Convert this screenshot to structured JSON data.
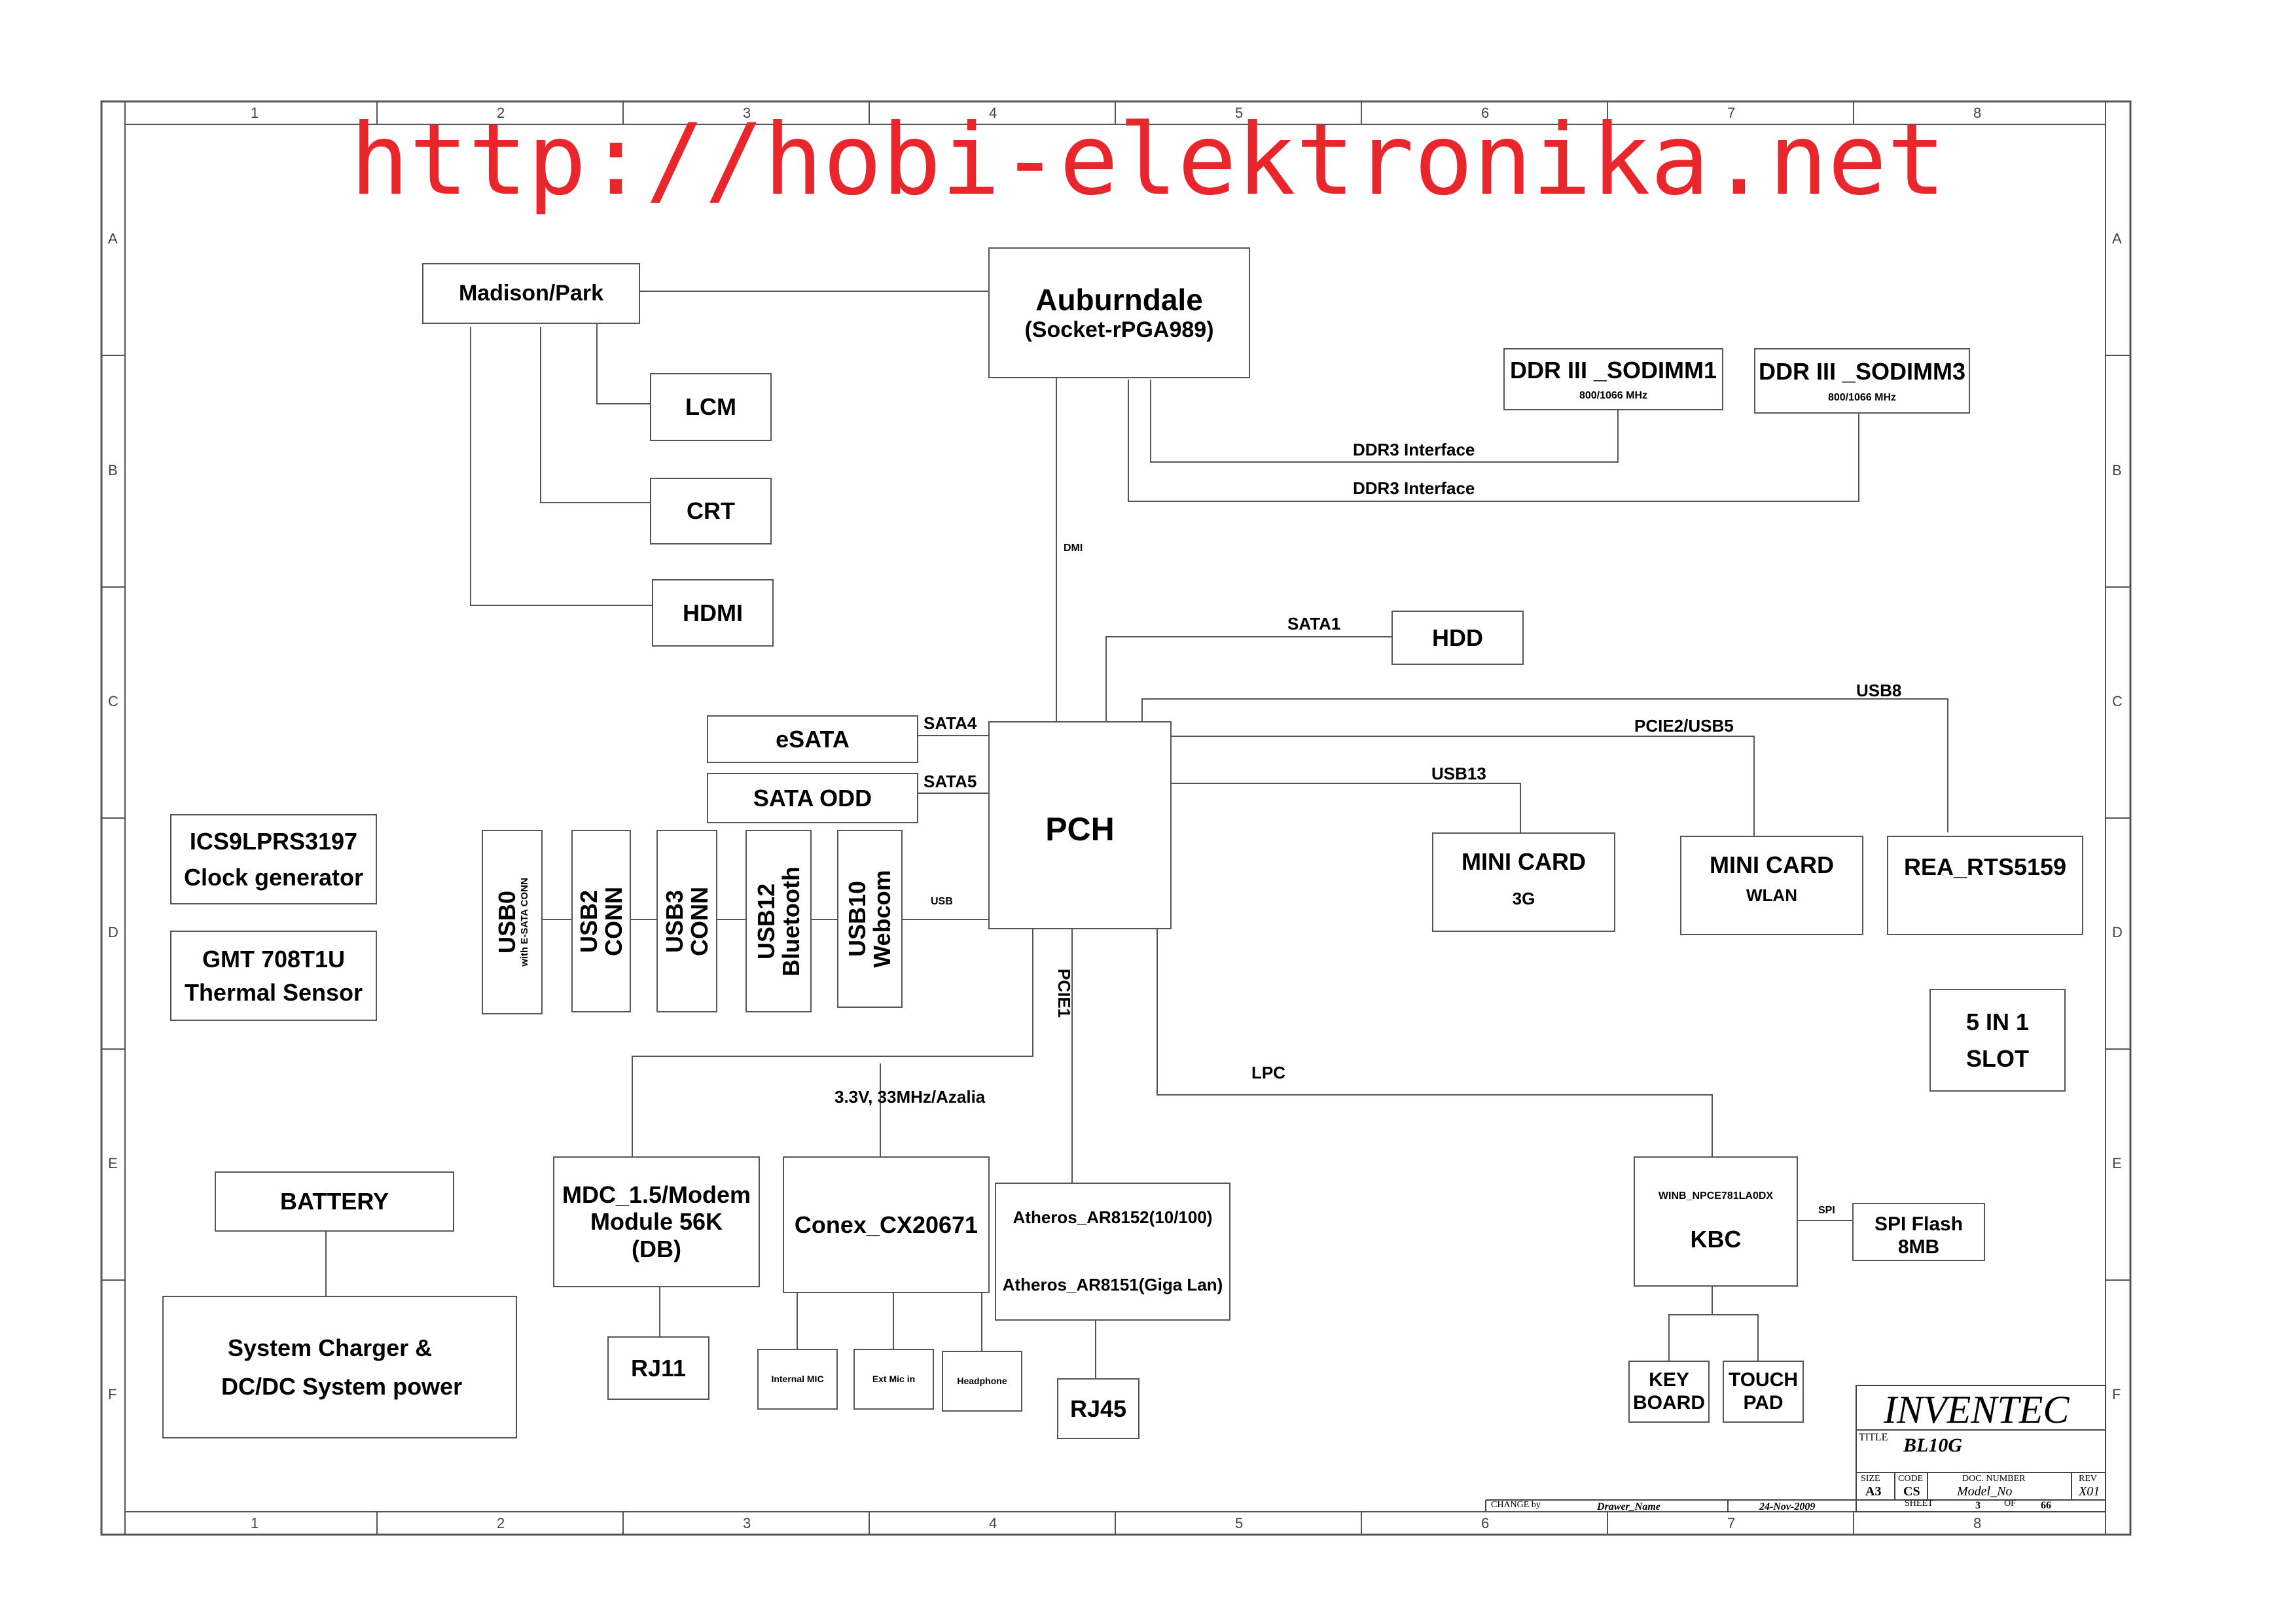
{
  "watermark": "http://hobi-elektronika.net",
  "grid": {
    "columns": [
      "1",
      "2",
      "3",
      "4",
      "5",
      "6",
      "7",
      "8"
    ],
    "rows": [
      "A",
      "B",
      "C",
      "D",
      "E",
      "F"
    ]
  },
  "blocks": {
    "cpu": {
      "name": "Auburndale",
      "socket": "(Socket-rPGA989)"
    },
    "gpu": "Madison/Park",
    "lcm": "LCM",
    "crt": "CRT",
    "hdmi": "HDMI",
    "ddr1": {
      "name": "DDR III _SODIMM1",
      "speed": "800/1066 MHz"
    },
    "ddr3": {
      "name": "DDR III _SODIMM3",
      "speed": "800/1066 MHz"
    },
    "pch": "PCH",
    "hdd": "HDD",
    "esata": "eSATA",
    "sata_odd": "SATA ODD",
    "minicard_3g": {
      "name": "MINI CARD",
      "sub": "3G"
    },
    "minicard_wlan": {
      "name": "MINI CARD",
      "sub": "WLAN"
    },
    "rea": "REA_RTS5159",
    "slot": {
      "line1": "5 IN 1",
      "line2": "SLOT"
    },
    "clock": {
      "line1": "ICS9LPRS3197",
      "line2": "Clock generator"
    },
    "thermal": {
      "line1": "GMT 708T1U",
      "line2": "Thermal  Sensor"
    },
    "usb_ports": [
      {
        "main": "USB0",
        "sub": "with E-SATA  CONN"
      },
      {
        "main": "USB2",
        "sub2": "CONN"
      },
      {
        "main": "USB3",
        "sub2": "CONN"
      },
      {
        "main": "USB12",
        "sub2": "Bluetooth"
      },
      {
        "main": "USB10",
        "sub2": "Webcom"
      }
    ],
    "battery": "BATTERY",
    "charger": {
      "line1": "System Charger &",
      "line2": "DC/DC System power"
    },
    "mdc": {
      "line1": "MDC_1.5/Modem",
      "line2": "Module 56K",
      "line3": "(DB)"
    },
    "rj11": "RJ11",
    "codec": "Conex_CX20671",
    "internal_mic": "Internal MIC",
    "ext_mic": "Ext Mic in",
    "headphone": "Headphone",
    "lan": {
      "line1": "Atheros_AR8152(10/100)",
      "line2": "Atheros_AR8151(Giga Lan)"
    },
    "rj45": "RJ45",
    "kbc": {
      "chip": "WINB_NPCE781LA0DX",
      "name": "KBC"
    },
    "spi_flash": "SPI Flash 8MB",
    "keyboard": {
      "line1": "KEY",
      "line2": "BOARD"
    },
    "touchpad": {
      "line1": "TOUCH",
      "line2": "PAD"
    }
  },
  "buses": {
    "ddr1": "DDR3 Interface",
    "ddr3": "DDR3 Interface",
    "dmi": "DMI",
    "sata1": "SATA1",
    "usb8": "USB8",
    "pcie2": "PCIE2/USB5",
    "usb13": "USB13",
    "sata4": "SATA4",
    "sata5": "SATA5",
    "usb": "USB",
    "pcie1": "PCIE1",
    "azalia": "3.3V, 33MHz/Azalia",
    "lpc": "LPC",
    "spi": "SPI"
  },
  "title_block": {
    "company": "INVENTEC",
    "title_label": "TITLE",
    "title": "BL10G",
    "size_label": "SIZE",
    "size": "A3",
    "code_label": "CODE",
    "code": "CS",
    "doc_label": "DOC. NUMBER",
    "doc": "Model_No",
    "rev_label": "REV",
    "rev": "X01",
    "change_label": "CHANGE by",
    "drawer": "Drawer_Name",
    "date": "24-Nov-2009",
    "sheet_label": "SHEET",
    "sheet": "3",
    "of_label": "OF",
    "total": "66"
  }
}
